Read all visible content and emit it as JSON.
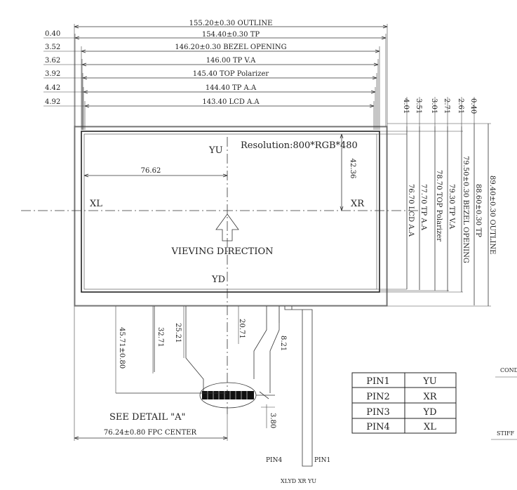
{
  "top_dims": [
    {
      "offset": "",
      "label": "155.20±0.30 OUTLINE"
    },
    {
      "offset": "0.40",
      "label": "154.40±0.30 TP"
    },
    {
      "offset": "3.52",
      "label": "146.20±0.30 BEZEL OPENING"
    },
    {
      "offset": "3.62",
      "label": "146.00 TP V.A"
    },
    {
      "offset": "3.92",
      "label": "145.40 TOP Polarizer"
    },
    {
      "offset": "4.42",
      "label": "144.40 TP A.A"
    },
    {
      "offset": "4.92",
      "label": "143.40 LCD A.A"
    }
  ],
  "right_offsets": [
    "4.01",
    "3.51",
    "3.01",
    "2.71",
    "2.61",
    "0.40"
  ],
  "right_dims": [
    "76.70 LCD A.A",
    "77.70 TP A.A",
    "78.70 TOP Polarizer",
    "79.30 TP V.A",
    "79.50±0.30 BEZEL OPENING",
    "88.60±0.30 TP",
    "89.40±0.30 OUTLINE"
  ],
  "panel": {
    "resolution": "Resolution:800*RGB*480",
    "yu": "YU",
    "yd": "YD",
    "xl": "XL",
    "xr": "XR",
    "dim_x": "76.62",
    "dim_y": "42.36",
    "viewing": "VIEVING DIRECTION"
  },
  "bottom_dims": {
    "d1": "45.71±0.80",
    "d2": "32.71",
    "d3": "25.21",
    "d4": "20.71",
    "d5": "8.21",
    "d6": "3.80",
    "fpc_center": "76.24±0.80 FPC CENTER",
    "detail": "SEE DETAIL \"A\""
  },
  "fpc": {
    "pin4": "PIN4",
    "pin1": "PIN1",
    "pin_seq": "XLYD XR YU"
  },
  "pin_table": [
    {
      "pin": "PIN1",
      "signal": "YU"
    },
    {
      "pin": "PIN2",
      "signal": "XR"
    },
    {
      "pin": "PIN3",
      "signal": "YD"
    },
    {
      "pin": "PIN4",
      "signal": "XL"
    }
  ],
  "edge_labels": {
    "cond": "COND",
    "stiff": "STIFF"
  }
}
